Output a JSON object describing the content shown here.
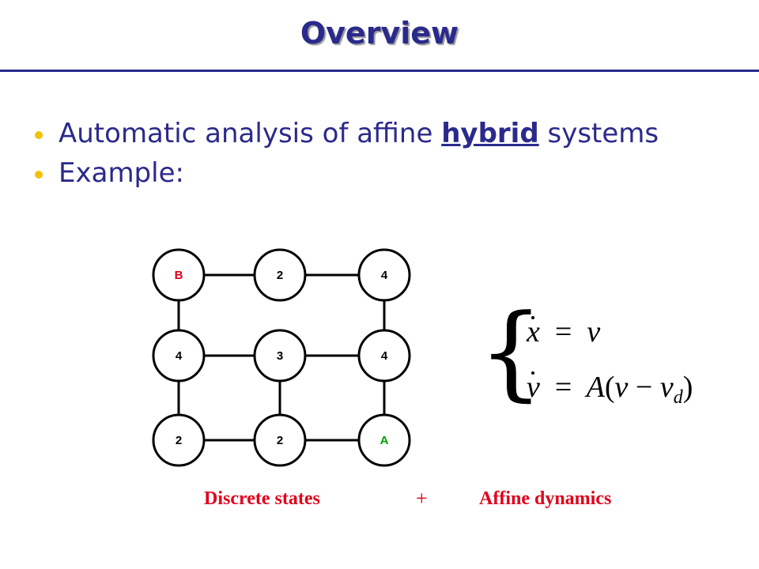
{
  "slide": {
    "title": "Overview",
    "bullets": [
      {
        "prefix": "Automatic analysis of affine ",
        "keyword": "hybrid",
        "suffix": " systems"
      },
      {
        "text": "Example:"
      }
    ]
  },
  "diagram": {
    "nodes": [
      {
        "label": "B",
        "color": "#e0001a"
      },
      {
        "label": "2",
        "color": "#000000"
      },
      {
        "label": "4",
        "color": "#000000"
      },
      {
        "label": "4",
        "color": "#000000"
      },
      {
        "label": "3",
        "color": "#000000"
      },
      {
        "label": "4",
        "color": "#000000"
      },
      {
        "label": "2",
        "color": "#000000"
      },
      {
        "label": "2",
        "color": "#000000"
      },
      {
        "label": "A",
        "color": "#00a000"
      }
    ]
  },
  "equations": {
    "eq1": {
      "lhs": "x",
      "rhs": "v"
    },
    "eq2": {
      "lhs": "v",
      "rhs_a": "A",
      "rhs_v": "v",
      "rhs_vd": "v",
      "sub": "d"
    }
  },
  "captions": {
    "left": "Discrete states",
    "plus": "+",
    "right": "Affine dynamics"
  },
  "colors": {
    "title": "#2a2a8c",
    "bullet": "#f2c200",
    "caption": "#e0001a"
  }
}
